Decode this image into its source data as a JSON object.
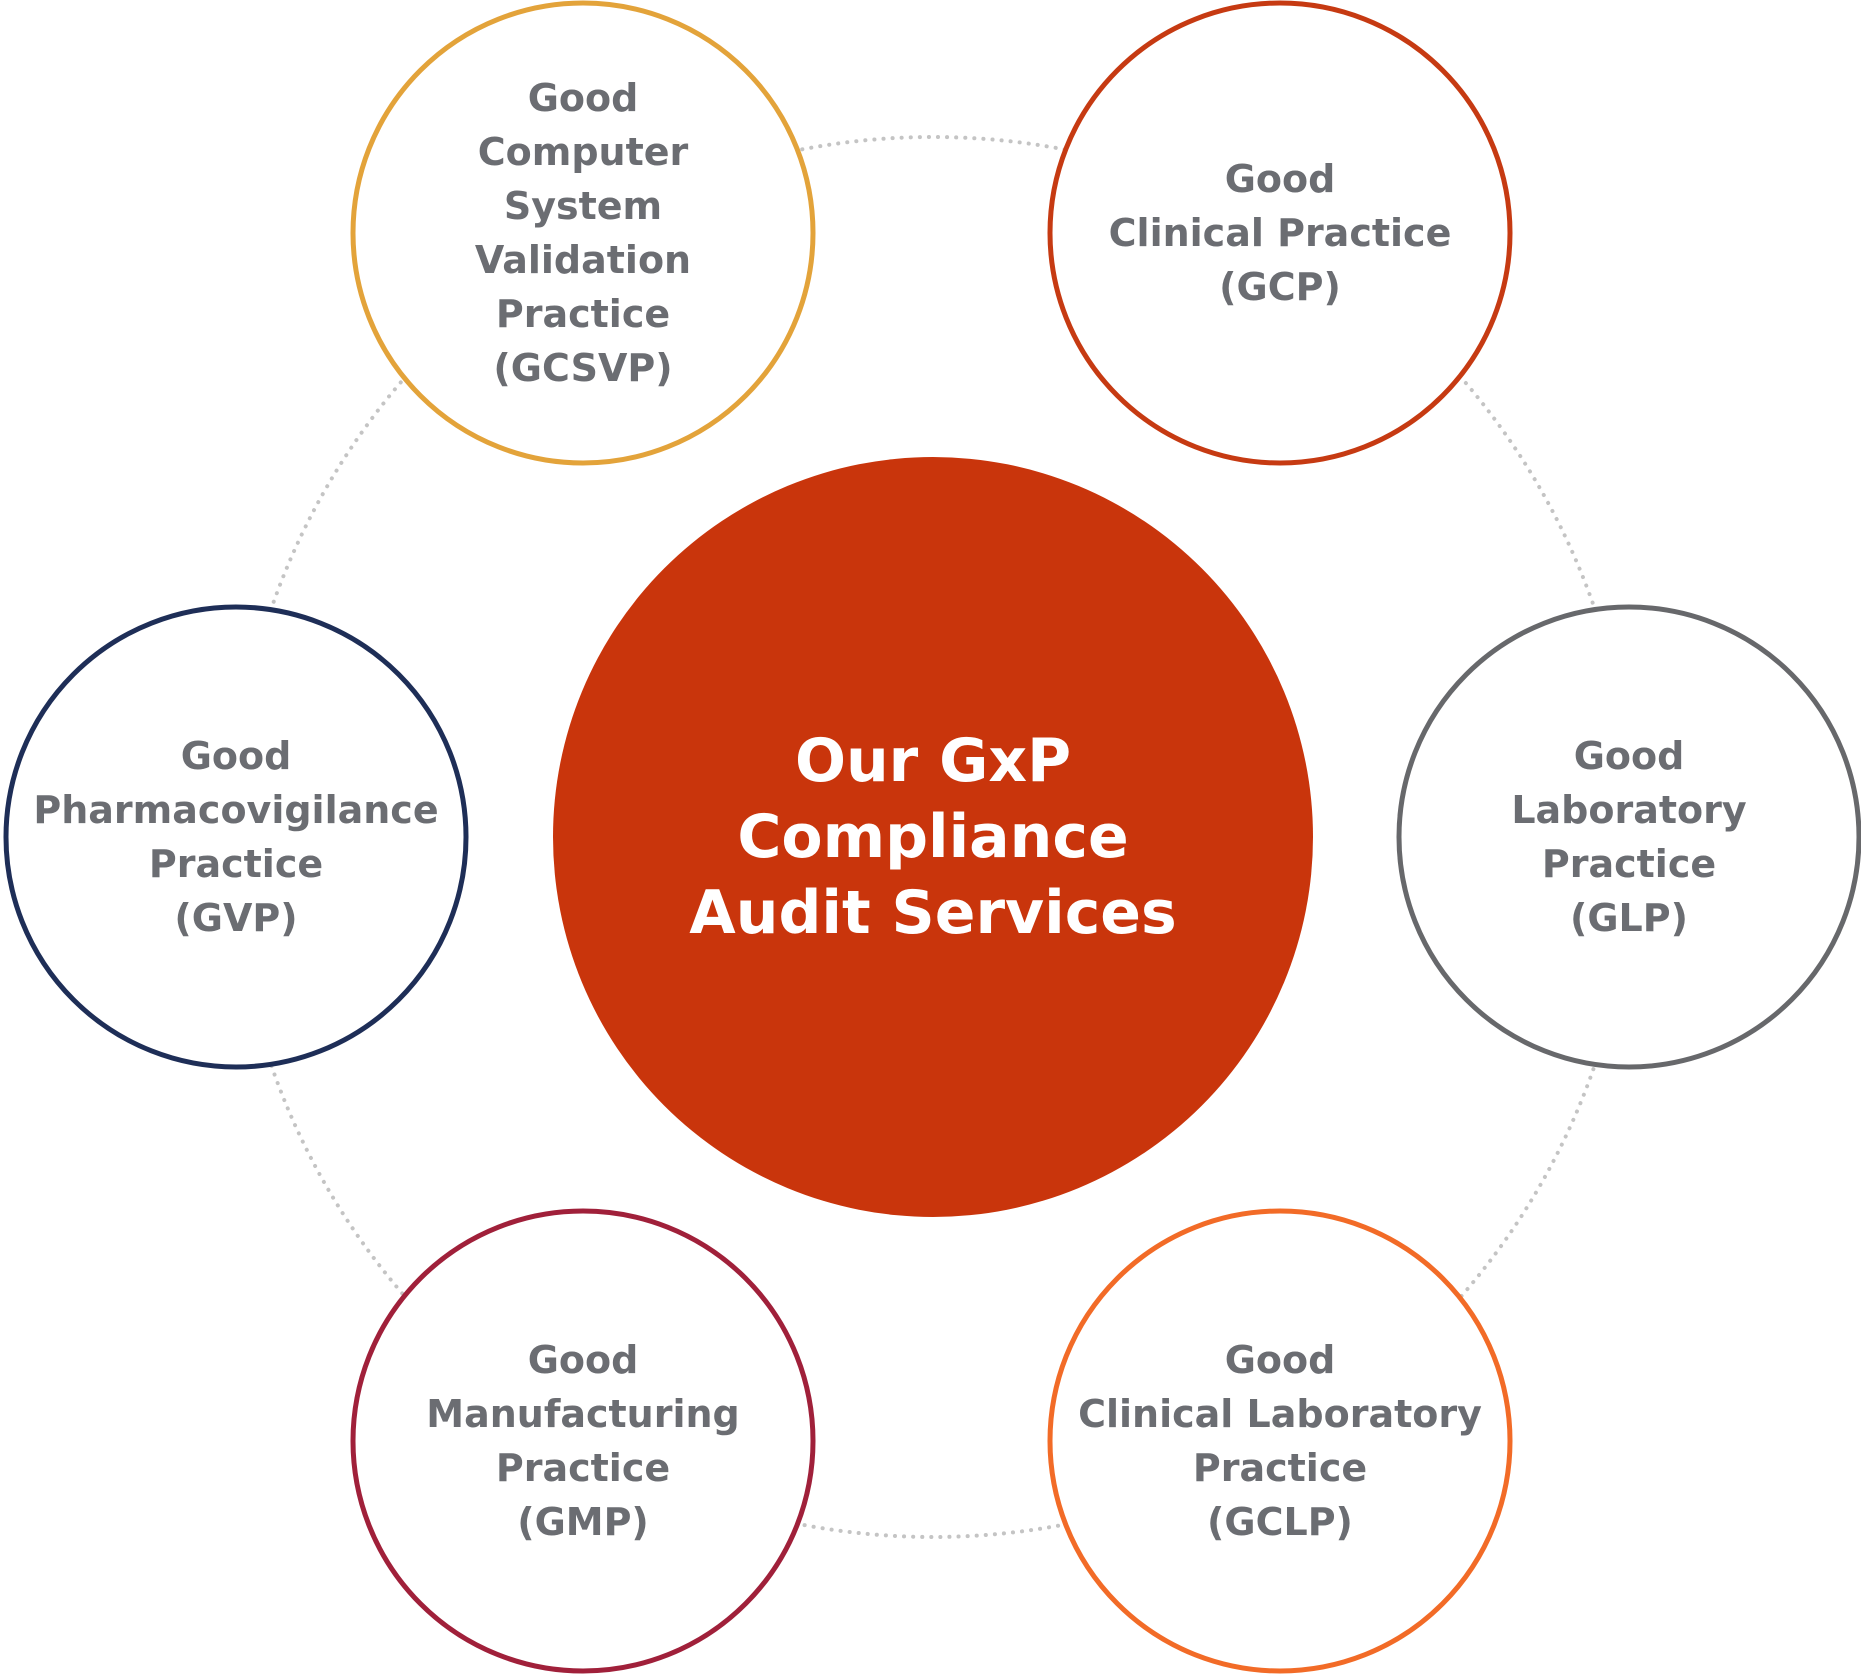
{
  "center": {
    "lines": [
      "Our GxP",
      "Compliance",
      "Audit Services"
    ],
    "color": "#c9350c"
  },
  "connector_color": "#c4c4c4",
  "nodes": [
    {
      "id": "gcsvp",
      "lines": [
        "Good",
        "Computer",
        "System",
        "Validation",
        "Practice",
        "(GCSVP)"
      ],
      "color": "#e3a33a"
    },
    {
      "id": "gcp",
      "lines": [
        "Good",
        "Clinical Practice",
        "(GCP)"
      ],
      "color": "#c63a12"
    },
    {
      "id": "glp",
      "lines": [
        "Good",
        "Laboratory",
        "Practice",
        "(GLP)"
      ],
      "color": "#67686b"
    },
    {
      "id": "gclp",
      "lines": [
        "Good",
        "Clinical Laboratory",
        "Practice",
        "(GCLP)"
      ],
      "color": "#f26b27"
    },
    {
      "id": "gmp",
      "lines": [
        "Good",
        "Manufacturing",
        "Practice",
        "(GMP)"
      ],
      "color": "#a0203a"
    },
    {
      "id": "gvp",
      "lines": [
        "Good",
        "Pharmacovigilance",
        "Practice",
        "(GVP)"
      ],
      "color": "#1e2e57"
    }
  ]
}
